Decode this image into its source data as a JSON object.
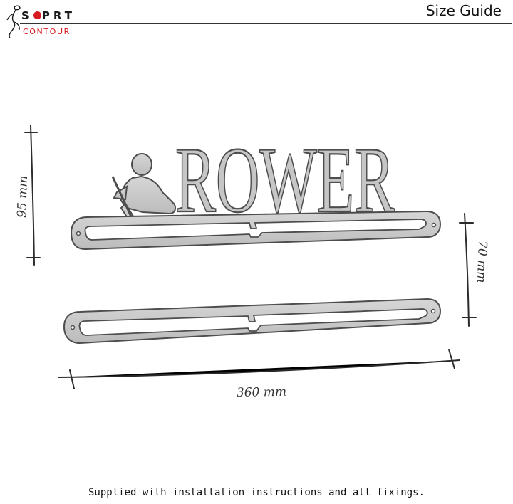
{
  "brand": {
    "word_top_letters": [
      "S",
      "P",
      "R",
      "T"
    ],
    "word_bottom": "CONTOUR",
    "accent_color": "#d71920",
    "text_color": "#1a1a1a",
    "icon": "athlete-silhouette-icon"
  },
  "header": {
    "title": "Size Guide"
  },
  "product": {
    "name_text": "ROWER",
    "figure_icon": "rower-silhouette-icon",
    "metal_color": "#c9c9c9",
    "edge_color": "#555555"
  },
  "dimensions": {
    "height_top": "95 mm",
    "bar_height": "70 mm",
    "width": "360 mm"
  },
  "footer": {
    "note": "Supplied with installation instructions and all fixings."
  }
}
